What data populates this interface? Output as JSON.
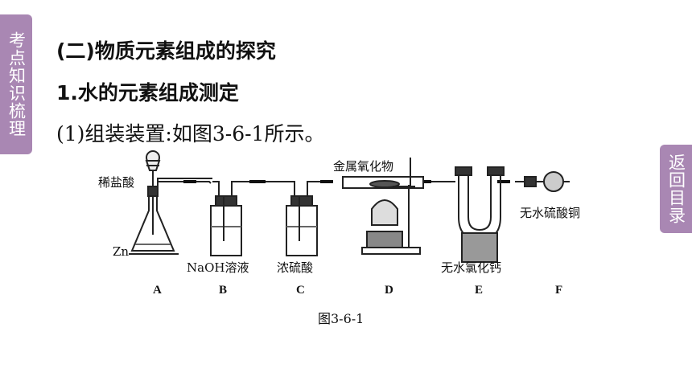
{
  "side_left": {
    "label": "考点知识梳理"
  },
  "side_right": {
    "label": "返回目录"
  },
  "heading1": "(二)物质元素组成的探究",
  "heading2": "1.水的元素组成测定",
  "step1": "(1)组装装置:如图3-6-1所示。",
  "figure": {
    "labels": {
      "dilute_hcl": "稀盐酸",
      "zn": "Zn",
      "naoh": "NaOH溶液",
      "conc_h2so4": "浓硫酸",
      "metal_oxide": "金属氧化物",
      "cacl2": "无水氯化钙",
      "cuso4": "无水硫酸铜"
    },
    "letters": [
      "A",
      "B",
      "C",
      "D",
      "E",
      "F"
    ],
    "caption": "图3-6-1"
  }
}
